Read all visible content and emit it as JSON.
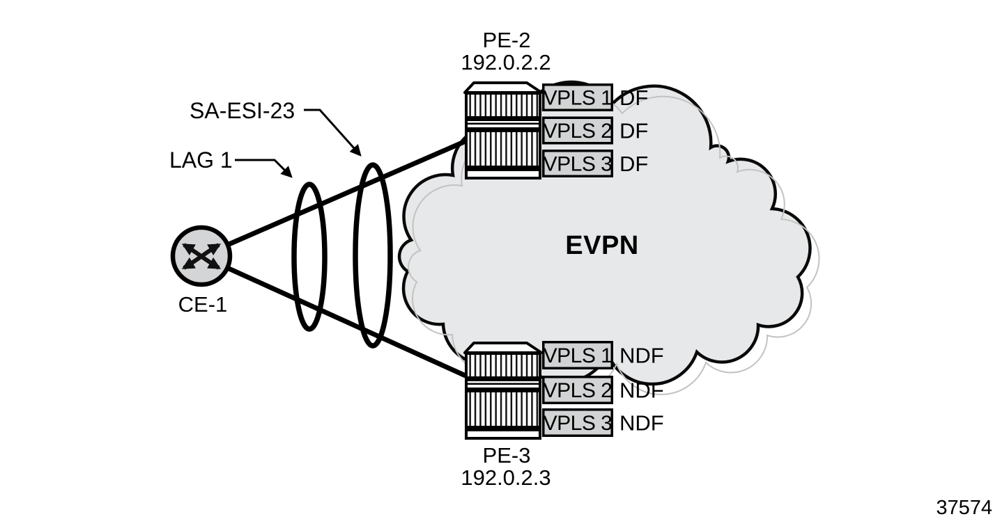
{
  "figure_id": "37574",
  "colors": {
    "cloud_fill": "#e7e8e9",
    "cloud_shadow": "#c2c2c2",
    "box_fill": "#d2d3d4",
    "node_fill": "#d4d5d6",
    "line": "#000000"
  },
  "ce": {
    "label": "CE-1"
  },
  "attachment": {
    "lag_label": "LAG 1",
    "esi_label": "SA-ESI-23"
  },
  "core": {
    "label": "EVPN"
  },
  "pe2": {
    "label": "PE-2",
    "ip": "192.0.2.2",
    "services": [
      {
        "name": "VPLS 1",
        "df_state": "DF"
      },
      {
        "name": "VPLS 2",
        "df_state": "DF"
      },
      {
        "name": "VPLS 3",
        "df_state": "DF"
      }
    ]
  },
  "pe3": {
    "label": "PE-3",
    "ip": "192.0.2.3",
    "services": [
      {
        "name": "VPLS 1",
        "df_state": "NDF"
      },
      {
        "name": "VPLS 2",
        "df_state": "NDF"
      },
      {
        "name": "VPLS 3",
        "df_state": "NDF"
      }
    ]
  }
}
